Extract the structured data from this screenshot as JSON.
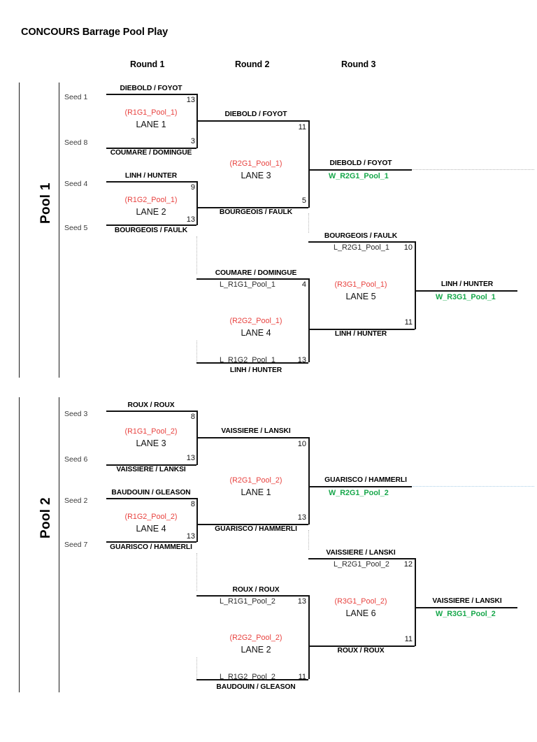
{
  "title": "CONCOURS Barrage Pool Play",
  "colors": {
    "game_code": "#e8423f",
    "winner_code": "#16a74a",
    "line": "#111111",
    "dotted_gray": "#b6b6b6",
    "dotted_blue": "#a8cfe8"
  },
  "round_headers": [
    {
      "label": "Round 1"
    },
    {
      "label": "Round 2"
    },
    {
      "label": "Round 3"
    }
  ],
  "pools": [
    {
      "label": "Pool 1",
      "round1": [
        {
          "code": "(R1G1_Pool_1)",
          "lane": "LANE 1",
          "top": {
            "seed": "Seed 1",
            "team": "DIEBOLD / FOYOT",
            "score": "13"
          },
          "bottom": {
            "seed": "Seed 8",
            "team": "COUMARE / DOMINGUE",
            "score": "3"
          }
        },
        {
          "code": "(R1G2_Pool_1)",
          "lane": "LANE 2",
          "top": {
            "seed": "Seed 4",
            "team": "LINH / HUNTER",
            "score": "9"
          },
          "bottom": {
            "seed": "Seed 5",
            "team": "BOURGEOIS / FAULK",
            "score": "13"
          }
        }
      ],
      "round2_winners": {
        "code": "(R2G1_Pool_1)",
        "lane": "LANE 3",
        "top": {
          "team": "DIEBOLD / FOYOT",
          "score": "11"
        },
        "bottom": {
          "team": "BOURGEOIS / FAULK",
          "score": "5"
        },
        "winner": {
          "team": "DIEBOLD / FOYOT",
          "code": "W_R2G1_Pool_1"
        }
      },
      "round2_losers": {
        "code": "(R2G2_Pool_1)",
        "lane": "LANE 4",
        "top": {
          "team": "COUMARE / DOMINGUE",
          "source": "L_R1G1_Pool_1",
          "score": "4"
        },
        "bottom": {
          "team": "LINH / HUNTER",
          "source": "L_R1G2_Pool_1",
          "score": "13"
        }
      },
      "round3": {
        "code": "(R3G1_Pool_1)",
        "lane": "LANE 5",
        "top": {
          "team": "BOURGEOIS / FAULK",
          "source": "L_R2G1_Pool_1",
          "score": "10"
        },
        "bottom": {
          "team": "LINH / HUNTER",
          "score": "11"
        },
        "winner": {
          "team": "LINH / HUNTER",
          "code": "W_R3G1_Pool_1"
        }
      }
    },
    {
      "label": "Pool 2",
      "round1": [
        {
          "code": "(R1G1_Pool_2)",
          "lane": "LANE 3",
          "top": {
            "seed": "Seed 3",
            "team": "ROUX / ROUX",
            "score": "8"
          },
          "bottom": {
            "seed": "Seed 6",
            "team": "VAISSIERE / LANKSI",
            "score": "13"
          }
        },
        {
          "code": "(R1G2_Pool_2)",
          "lane": "LANE 4",
          "top": {
            "seed": "Seed 2",
            "team": "BAUDOUIN / GLEASON",
            "score": "8"
          },
          "bottom": {
            "seed": "Seed 7",
            "team": "GUARISCO / HAMMERLI",
            "score": "13"
          }
        }
      ],
      "round2_winners": {
        "code": "(R2G1_Pool_2)",
        "lane": "LANE 1",
        "top": {
          "team": "VAISSIERE / LANSKI",
          "score": "10"
        },
        "bottom": {
          "team": "GUARISCO / HAMMERLI",
          "score": "13"
        },
        "winner": {
          "team": "GUARISCO / HAMMERLI",
          "code": "W_R2G1_Pool_2"
        }
      },
      "round2_losers": {
        "code": "(R2G2_Pool_2)",
        "lane": "LANE 2",
        "top": {
          "team": "ROUX / ROUX",
          "source": "L_R1G1_Pool_2",
          "score": "13"
        },
        "bottom": {
          "team": "BAUDOUIN / GLEASON",
          "source": "L_R1G2_Pool_2",
          "score": "11"
        }
      },
      "round3": {
        "code": "(R3G1_Pool_2)",
        "lane": "LANE 6",
        "top": {
          "team": "VAISSIERE / LANSKI",
          "source": "L_R2G1_Pool_2",
          "score": "12"
        },
        "bottom": {
          "team": "ROUX / ROUX",
          "score": "11"
        },
        "winner": {
          "team": "VAISSIERE / LANSKI",
          "code": "W_R3G1_Pool_2"
        }
      }
    }
  ]
}
